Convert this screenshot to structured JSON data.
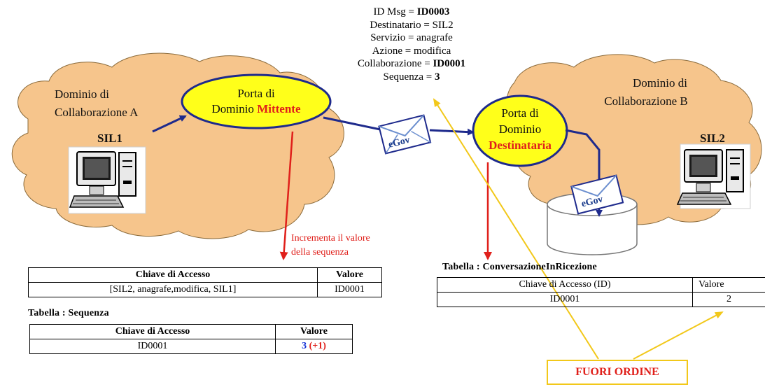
{
  "message_info": {
    "id_msg_label": "ID Msg = ",
    "id_msg_value": "ID0003",
    "destinatario": "Destinatario = SIL2",
    "servizio": "Servizio = anagrafe",
    "azione": "Azione = modifica",
    "collaborazione_label": "Collaborazione = ",
    "collaborazione_value": "ID0001",
    "sequenza_label": "Sequenza = ",
    "sequenza_value": "3"
  },
  "domain_a": {
    "label_line1": "Dominio di",
    "label_line2": "Collaborazione A",
    "system": "SIL1"
  },
  "domain_b": {
    "label_line1": "Dominio di",
    "label_line2": "Collaborazione B",
    "system": "SIL2"
  },
  "porta_mittente": {
    "line1": "Porta di",
    "line2_prefix": "Dominio ",
    "line2_highlight": "Mittente"
  },
  "porta_destinataria": {
    "line1": "Porta di",
    "line2": "Dominio",
    "line3_highlight": "Destinataria"
  },
  "envelope_label": "eGov",
  "increment_note": {
    "line1": "Incrementa il valore",
    "line2": "della sequenza"
  },
  "table_top": {
    "headers": [
      "Chiave di Accesso",
      "Valore"
    ],
    "rows": [
      [
        "[SIL2, anagrafe,modifica, SIL1]",
        "ID0001"
      ]
    ]
  },
  "table_sequenza": {
    "caption": "Tabella : Sequenza",
    "headers": [
      "Chiave di Accesso",
      "Valore"
    ],
    "rows": [
      [
        "ID0001",
        "3",
        "(+1)"
      ]
    ]
  },
  "table_ricezione": {
    "caption": "Tabella : ConversazioneInRicezione",
    "headers": [
      "Chiave di Accesso (ID)",
      "Valore"
    ],
    "rows": [
      [
        "ID0001",
        "2"
      ]
    ]
  },
  "fuori_ordine": "FUORI ORDINE",
  "colors": {
    "cloud_fill": "#f6c58c",
    "cloud_stroke": "#8a6a3a",
    "portal_fill": "#ffff1a",
    "portal_stroke": "#1e2a8c",
    "arrow_blue": "#1e2a8c",
    "arrow_red": "#e0201b",
    "arrow_yellow": "#f2c81a",
    "highlight_red": "#e0201b",
    "sequence_blue": "#1330d6"
  }
}
